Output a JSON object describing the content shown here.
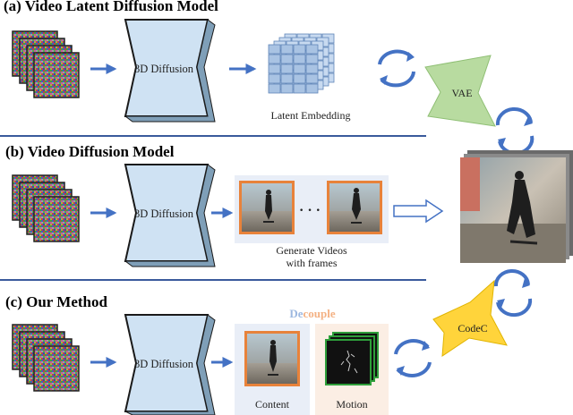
{
  "sections": {
    "a": {
      "title": "(a) Video Latent Diffusion Model"
    },
    "b": {
      "title": "(b) Video Diffusion Model"
    },
    "c": {
      "title": "(c) Our Method"
    }
  },
  "labels": {
    "diffusion": "3D Diffusion",
    "latent_embedding": "Latent Embedding",
    "generate_line1": "Generate Videos",
    "generate_line2": "with frames",
    "dots": "· · ·",
    "decouple_prefix": "De",
    "decouple_suffix": "couple",
    "content": "Content",
    "motion": "Motion",
    "vae": "VAE",
    "codec": "CodeC"
  },
  "colors": {
    "divider": "#3a5a9c",
    "arrow": "#4472c4",
    "hourglass_fill": "#cfe2f3",
    "vae_fill": "#b8dba0",
    "codec_fill": "#ffd43b",
    "frame_border": "#e8823a",
    "motion_border": "#2e9e3a",
    "decouple_blue": "#9db8e0",
    "decouple_orange": "#f4b183",
    "panel_blue": "#e9eef7",
    "panel_peach": "#fbeee4"
  }
}
